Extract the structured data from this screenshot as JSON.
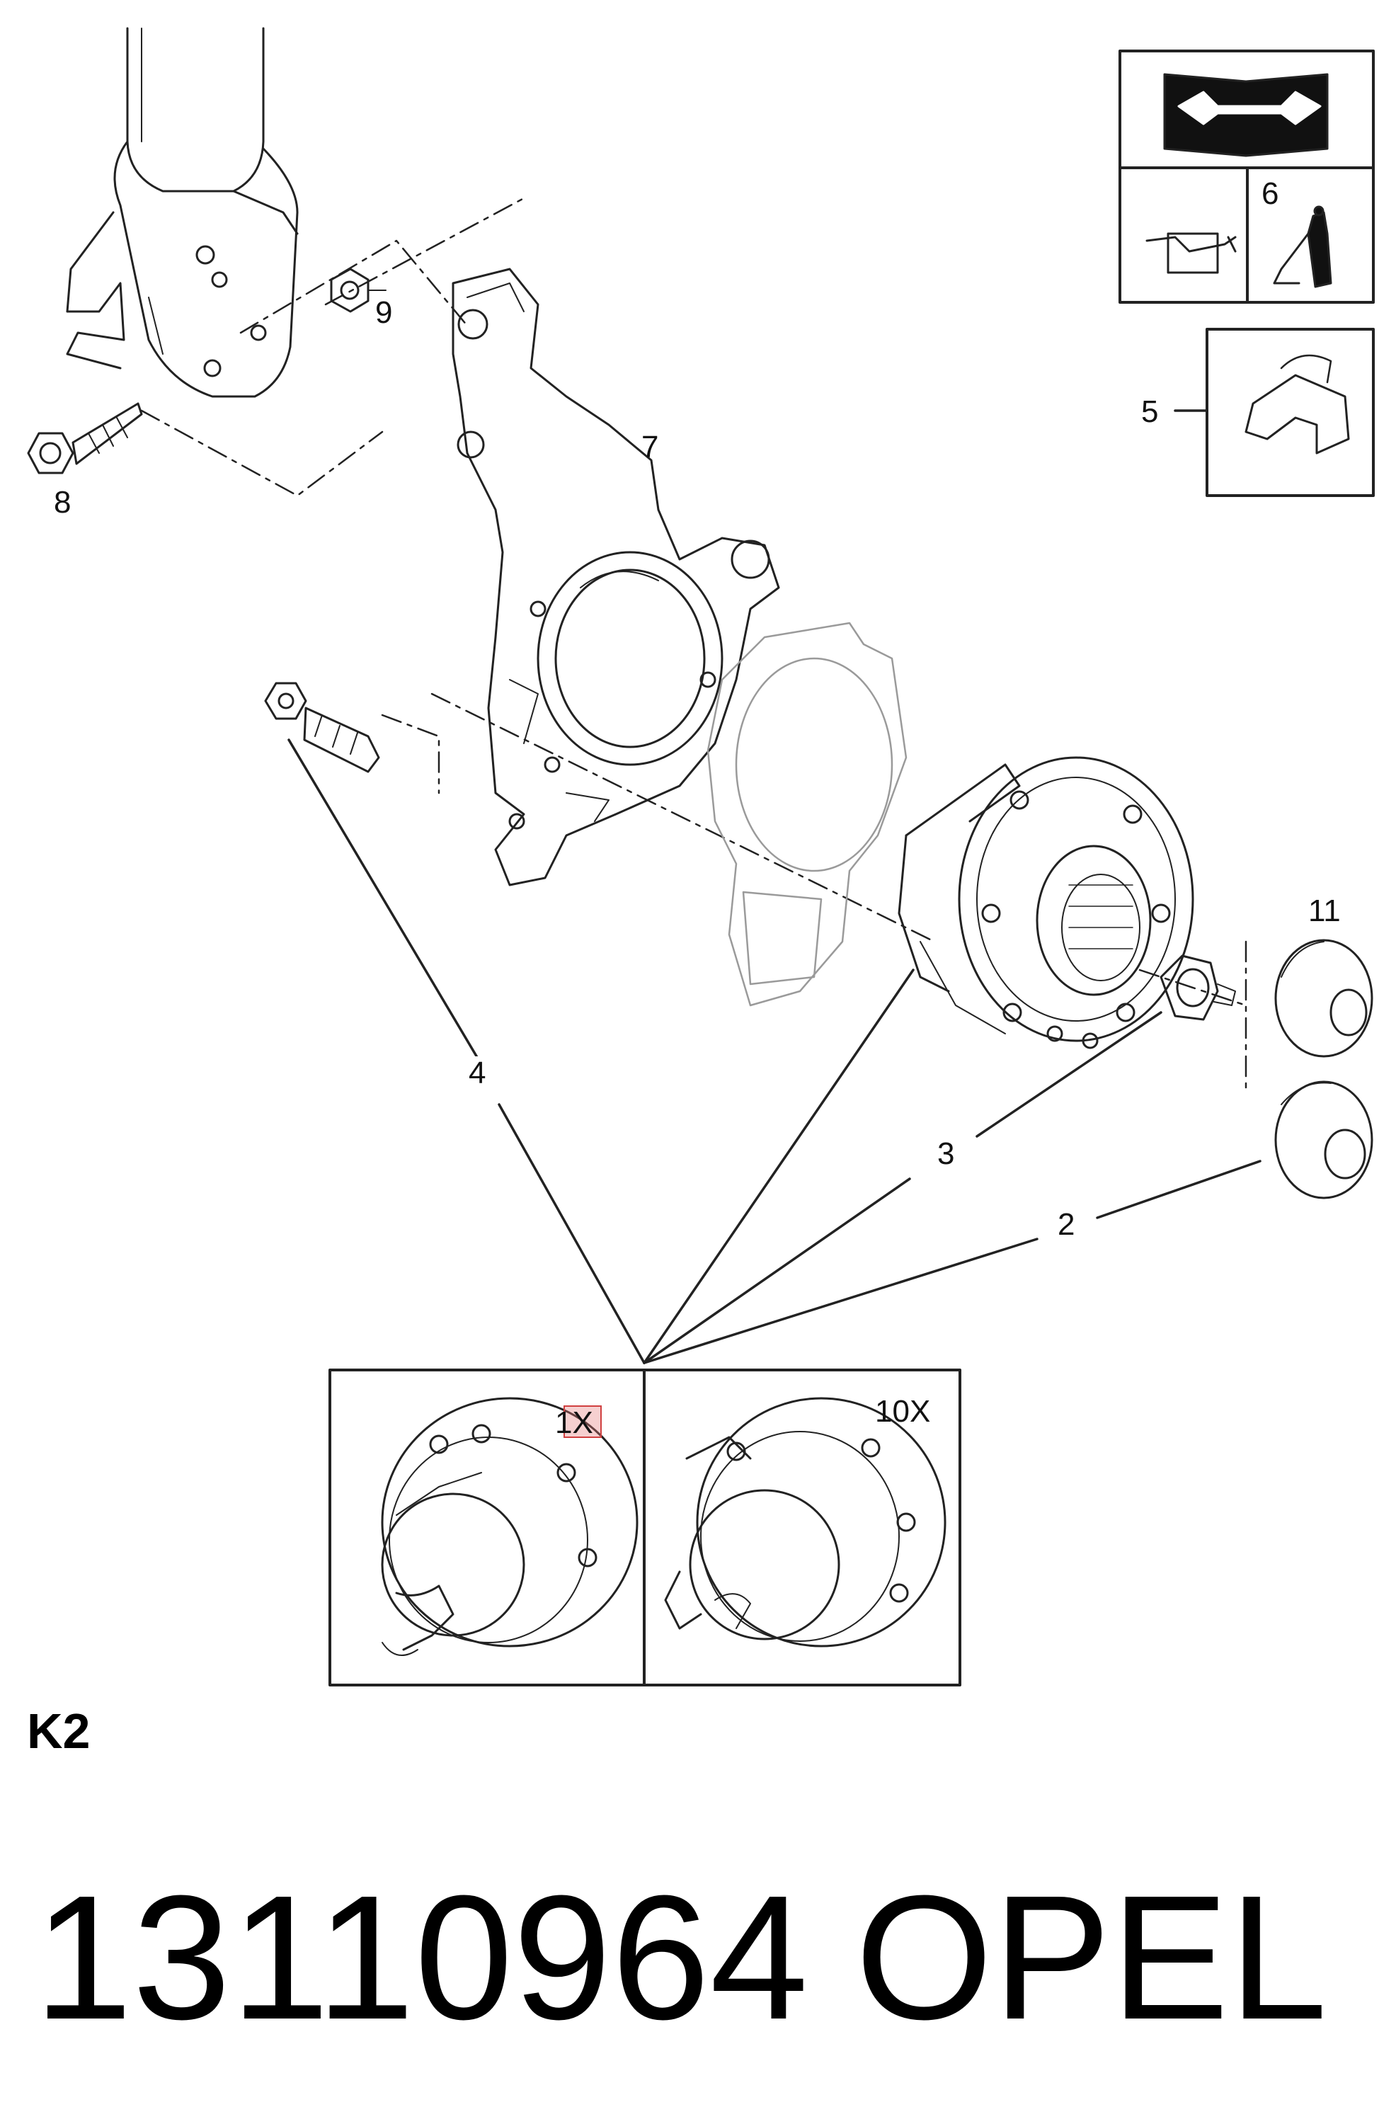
{
  "labels": {
    "item_2": "2",
    "item_3": "3",
    "item_4": "4",
    "item_5": "5",
    "item_6": "6",
    "item_7": "7",
    "item_8": "8",
    "item_9": "9",
    "item_11": "11",
    "variant_a_qty": "1X",
    "variant_b_qty": "10X"
  },
  "section": "K2",
  "footer": {
    "part_number": "13110964",
    "brand": "OPEL"
  },
  "icons": [
    "service-manual-wrench-icon",
    "oil-can-icon",
    "threadlocker-bottle-icon",
    "clip-icon"
  ],
  "colors": {
    "line": "#222222",
    "ghost_line": "#9a9a9a",
    "highlight": "#d04040"
  }
}
